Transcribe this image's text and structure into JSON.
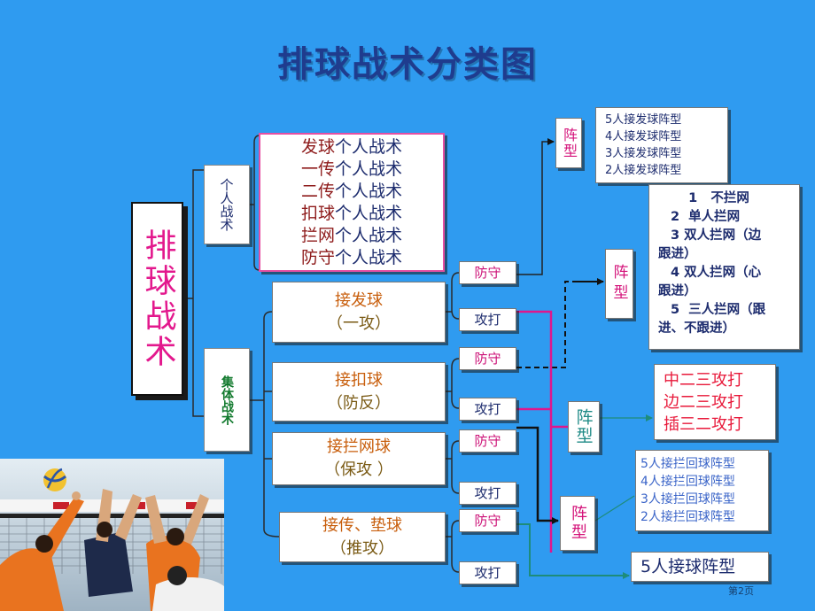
{
  "title": "排球战术分类图",
  "root": "排球战术",
  "branches": {
    "individual": "个人战术",
    "collective": "集体战术"
  },
  "individual_tactics": [
    {
      "skill": "发球",
      "suffix": "个人战术"
    },
    {
      "skill": "一传",
      "suffix": "个人战术"
    },
    {
      "skill": "二传",
      "suffix": "个人战术"
    },
    {
      "skill": "扣球",
      "suffix": "个人战术"
    },
    {
      "skill": "拦网",
      "suffix": "个人战术"
    },
    {
      "skill": "防守",
      "suffix": "个人战术"
    }
  ],
  "collective_tactics": [
    {
      "name": "接发球",
      "sub": "（一攻）"
    },
    {
      "name": "接扣球",
      "sub": "（防反）"
    },
    {
      "name": "接拦网球",
      "sub": "（保攻 ）"
    },
    {
      "name": "接传、垫球",
      "sub": "（推攻）"
    }
  ],
  "mode_labels": {
    "defense": "防守",
    "attack": "攻打"
  },
  "formation_label": "阵型",
  "serve_receive_formations": [
    "5人接发球阵型",
    "4人接发球阵型",
    "3人接发球阵型",
    "2人接发球阵型"
  ],
  "block_formations": [
    {
      "lines": [
        "1   不拦网"
      ]
    },
    {
      "lines": [
        "2  单人拦网"
      ]
    },
    {
      "lines": [
        "3 双人拦网（边",
        "跟进）"
      ]
    },
    {
      "lines": [
        "4 双人拦网（心",
        "跟进）"
      ]
    },
    {
      "lines": [
        "5  三人拦网（跟",
        "进、不跟进）"
      ]
    }
  ],
  "attack_patterns": [
    "中二三攻打",
    "边二三攻打",
    "插三二攻打"
  ],
  "block_cover_formations": [
    "5人接拦回球阵型",
    "4人接拦回球阵型",
    "3人接拦回球阵型",
    "2人接拦回球阵型"
  ],
  "receive_formation": "5人接球阵型",
  "page_label": "第2页",
  "colors": {
    "background": "#2F9BF0",
    "title": "#1F3C8E",
    "root": "#E3188D",
    "navy": "#1D2C6E",
    "defense": "#CC1177",
    "formation": "#D4137A",
    "formation_alt": "#1E8A86",
    "pattern": "#E8193A",
    "cover": "#3A64C8",
    "green": "#127A2E",
    "pink_border": "#E54FA2"
  }
}
